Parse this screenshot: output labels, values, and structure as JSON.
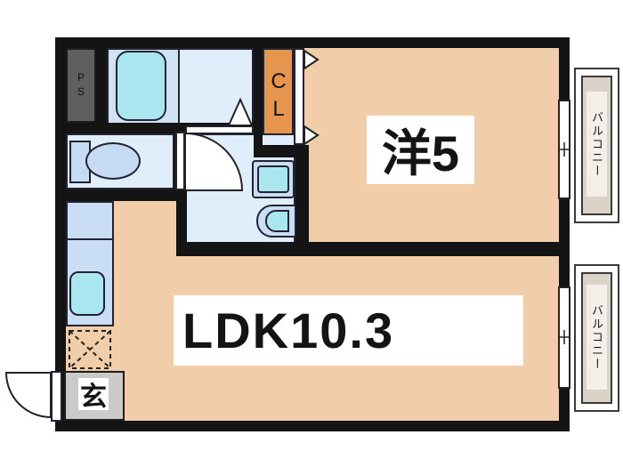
{
  "floorplan": {
    "labels": {
      "western_room": "洋5",
      "ldk": "LDK10.3",
      "closet": "CL",
      "pipe_space": "PS",
      "entrance": "玄",
      "balcony_upper": "バルコニー",
      "balcony_lower": "バルコニー"
    },
    "colors": {
      "wall": "#141414",
      "wet_room_floor": "#e0edfb",
      "tub_zone_floor": "#d2e2f5",
      "main_room_floor": "#f2cda9",
      "closet_fill": "#e6954e",
      "fixture_cyan": "#a9e6f0",
      "counter_blue": "#c9def5",
      "toilet_fixture": "#c5daf3",
      "pipe_space_gray": "#5f5f5f",
      "entrance_gray": "#cacaca",
      "balcony_fill": "#dcd3c8",
      "balcony_label_bg": "#f4f0e9"
    }
  }
}
